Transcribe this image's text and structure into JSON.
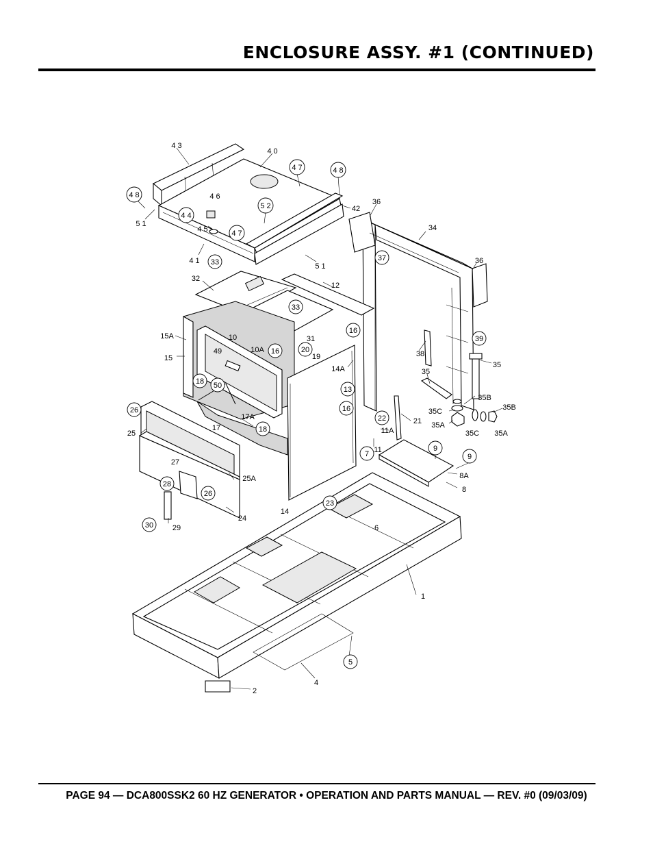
{
  "header": {
    "title": "ENCLOSURE ASSY. #1 (CONTINUED)"
  },
  "footer": {
    "text": "PAGE 94 — DCA800SSK2 60 HZ GENERATOR • OPERATION AND PARTS MANUAL — REV. #0 (09/03/09)"
  },
  "diagram": {
    "callouts": [
      {
        "id": "c43",
        "text": "4 3",
        "circled": false
      },
      {
        "id": "c40",
        "text": "4 0",
        "circled": false
      },
      {
        "id": "c47a",
        "text": "4 7",
        "circled": true
      },
      {
        "id": "c48a",
        "text": "4 8",
        "circled": true
      },
      {
        "id": "c48b",
        "text": "4 8",
        "circled": true
      },
      {
        "id": "c46",
        "text": "4 6",
        "circled": false
      },
      {
        "id": "c52",
        "text": "5 2",
        "circled": true
      },
      {
        "id": "c44",
        "text": "4 4",
        "circled": true
      },
      {
        "id": "c51a",
        "text": "5 1",
        "circled": false
      },
      {
        "id": "c45",
        "text": "4 5",
        "circled": false
      },
      {
        "id": "c47b",
        "text": "4 7",
        "circled": true
      },
      {
        "id": "c42",
        "text": "42",
        "circled": false
      },
      {
        "id": "c36a",
        "text": "36",
        "circled": false
      },
      {
        "id": "c34",
        "text": "34",
        "circled": false
      },
      {
        "id": "c37",
        "text": "37",
        "circled": true
      },
      {
        "id": "c36b",
        "text": "36",
        "circled": false
      },
      {
        "id": "c41",
        "text": "4 1",
        "circled": false
      },
      {
        "id": "c33a",
        "text": "33",
        "circled": true
      },
      {
        "id": "c51b",
        "text": "5 1",
        "circled": false
      },
      {
        "id": "c32",
        "text": "32",
        "circled": false
      },
      {
        "id": "c12",
        "text": "12",
        "circled": false
      },
      {
        "id": "c33b",
        "text": "33",
        "circled": true
      },
      {
        "id": "c16a",
        "text": "16",
        "circled": true
      },
      {
        "id": "c15A",
        "text": "15A",
        "circled": false
      },
      {
        "id": "c10",
        "text": "10",
        "circled": false
      },
      {
        "id": "c31",
        "text": "31",
        "circled": false
      },
      {
        "id": "c20",
        "text": "20",
        "circled": true
      },
      {
        "id": "c39",
        "text": "39",
        "circled": true
      },
      {
        "id": "c15",
        "text": "15",
        "circled": false
      },
      {
        "id": "c49",
        "text": "49",
        "circled": false
      },
      {
        "id": "c10A",
        "text": "10A",
        "circled": false
      },
      {
        "id": "c16b",
        "text": "16",
        "circled": true
      },
      {
        "id": "c19",
        "text": "19",
        "circled": false
      },
      {
        "id": "c38",
        "text": "38",
        "circled": false
      },
      {
        "id": "c35a",
        "text": "35",
        "circled": false
      },
      {
        "id": "c14A",
        "text": "14A",
        "circled": false
      },
      {
        "id": "c35b",
        "text": "35",
        "circled": false
      },
      {
        "id": "c18a",
        "text": "18",
        "circled": true
      },
      {
        "id": "c50",
        "text": "50",
        "circled": true
      },
      {
        "id": "c13",
        "text": "13",
        "circled": true
      },
      {
        "id": "c35B1",
        "text": "35B",
        "circled": false
      },
      {
        "id": "c35C1",
        "text": "35C",
        "circled": false
      },
      {
        "id": "c35B2",
        "text": "35B",
        "circled": false
      },
      {
        "id": "c26a",
        "text": "26",
        "circled": true
      },
      {
        "id": "c16c",
        "text": "16",
        "circled": true
      },
      {
        "id": "c21",
        "text": "21",
        "circled": false
      },
      {
        "id": "c22",
        "text": "22",
        "circled": true
      },
      {
        "id": "c35A1",
        "text": "35A",
        "circled": false
      },
      {
        "id": "c35C2",
        "text": "35C",
        "circled": false
      },
      {
        "id": "c35A2",
        "text": "35A",
        "circled": false
      },
      {
        "id": "c17A",
        "text": "17A",
        "circled": false
      },
      {
        "id": "c25",
        "text": "25",
        "circled": false
      },
      {
        "id": "c17",
        "text": "17",
        "circled": false
      },
      {
        "id": "c18b",
        "text": "18",
        "circled": true
      },
      {
        "id": "c11A",
        "text": "11A",
        "circled": false
      },
      {
        "id": "c11",
        "text": "11",
        "circled": false
      },
      {
        "id": "c7",
        "text": "7",
        "circled": true
      },
      {
        "id": "c9a",
        "text": "9",
        "circled": true
      },
      {
        "id": "c9b",
        "text": "9",
        "circled": true
      },
      {
        "id": "c27",
        "text": "27",
        "circled": false
      },
      {
        "id": "c8A",
        "text": "8A",
        "circled": false
      },
      {
        "id": "c25A",
        "text": "25A",
        "circled": false
      },
      {
        "id": "c8",
        "text": "8",
        "circled": false
      },
      {
        "id": "c28",
        "text": "28",
        "circled": true
      },
      {
        "id": "c26b",
        "text": "26",
        "circled": true
      },
      {
        "id": "c23",
        "text": "23",
        "circled": true
      },
      {
        "id": "c14",
        "text": "14",
        "circled": false
      },
      {
        "id": "c24",
        "text": "24",
        "circled": false
      },
      {
        "id": "c30",
        "text": "30",
        "circled": true
      },
      {
        "id": "c29",
        "text": "29",
        "circled": false
      },
      {
        "id": "c6",
        "text": "6",
        "circled": false
      },
      {
        "id": "c1",
        "text": "1",
        "circled": false
      },
      {
        "id": "c5",
        "text": "5",
        "circled": true
      },
      {
        "id": "c4",
        "text": "4",
        "circled": false
      },
      {
        "id": "c2",
        "text": "2",
        "circled": false
      }
    ]
  }
}
